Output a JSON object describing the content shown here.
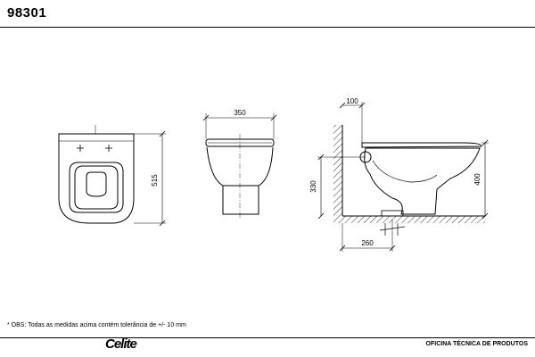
{
  "header": {
    "model_code": "98301"
  },
  "dimensions": {
    "top_depth": "515",
    "front_width": "350",
    "side_outlet_offset": "100",
    "side_inlet_height": "330",
    "side_total_height": "400",
    "side_floor_outlet": "260"
  },
  "footer": {
    "note": "* OBS: Todas as medidas acima contém tolerância de +/- 10 mm",
    "brand": "Celite",
    "department": "OFICINA TÉCNICA DE PRODUTOS"
  }
}
